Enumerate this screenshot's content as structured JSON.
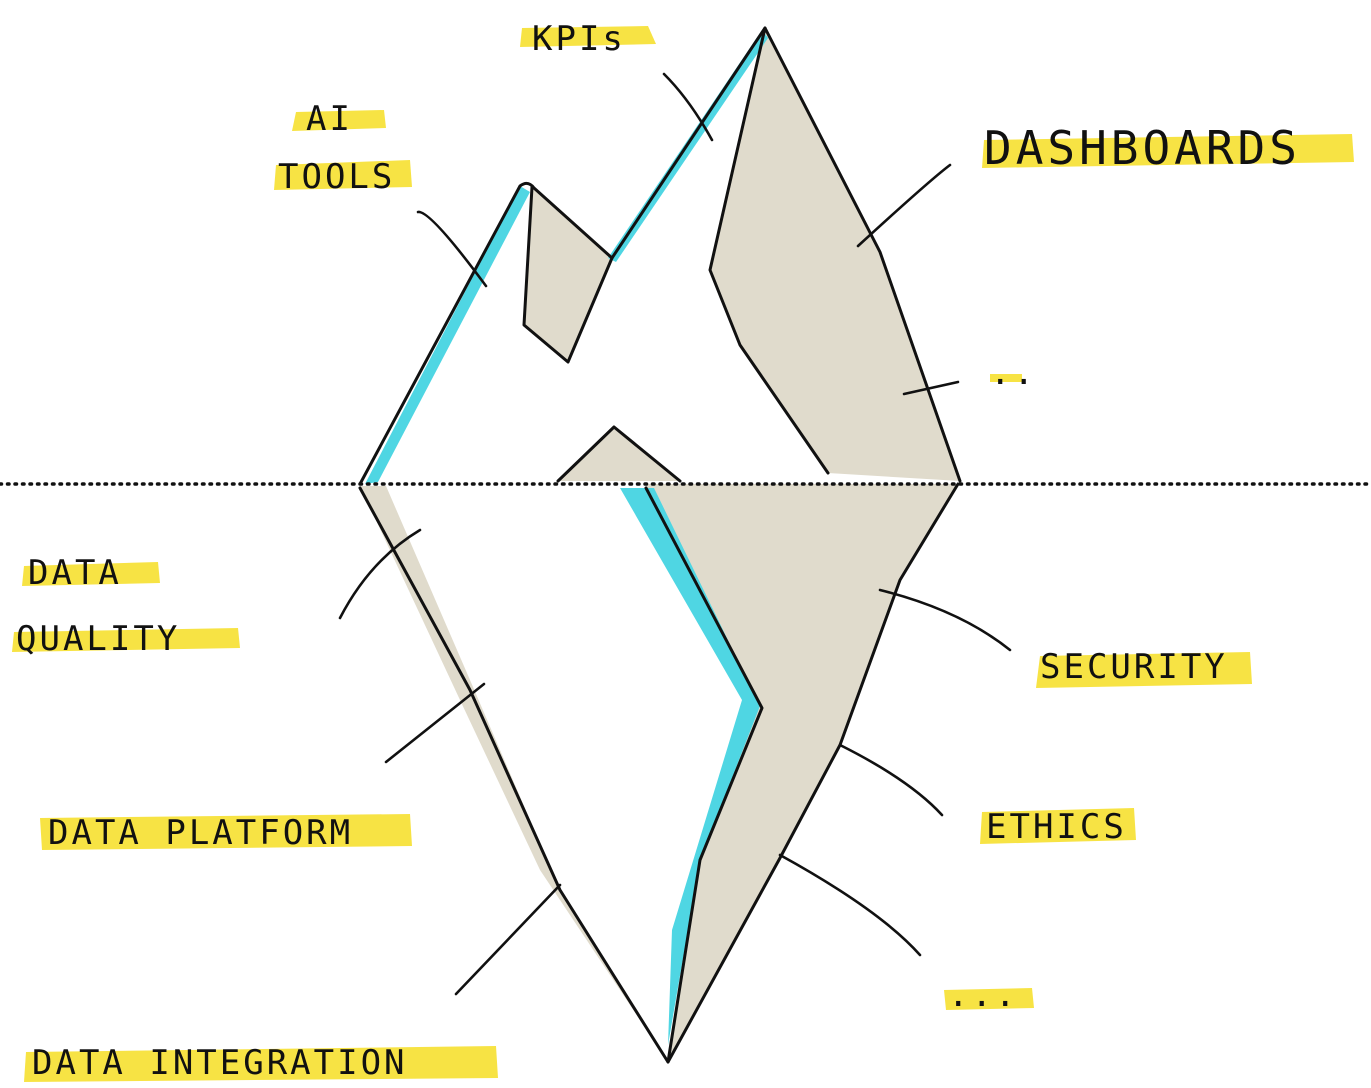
{
  "colors": {
    "highlight": "#f7e13a",
    "shadow": "#e0dbcc",
    "ice_edge": "#4fd6e3",
    "ink": "#111111",
    "waterline": "#111111",
    "background": "#ffffff"
  },
  "labels": {
    "kpis": "KPIs",
    "ai_tools_line1": "AI",
    "ai_tools_line2": "TOOLS",
    "dashboards": "DASHBOARDS",
    "above_more": "..",
    "data_quality_line1": "DATA",
    "data_quality_line2": "QUALITY",
    "security": "SECURITY",
    "data_platform": "DATA PLATFORM",
    "ethics": "ETHICS",
    "below_more": "...",
    "data_integration": "DATA INTEGRATION"
  }
}
